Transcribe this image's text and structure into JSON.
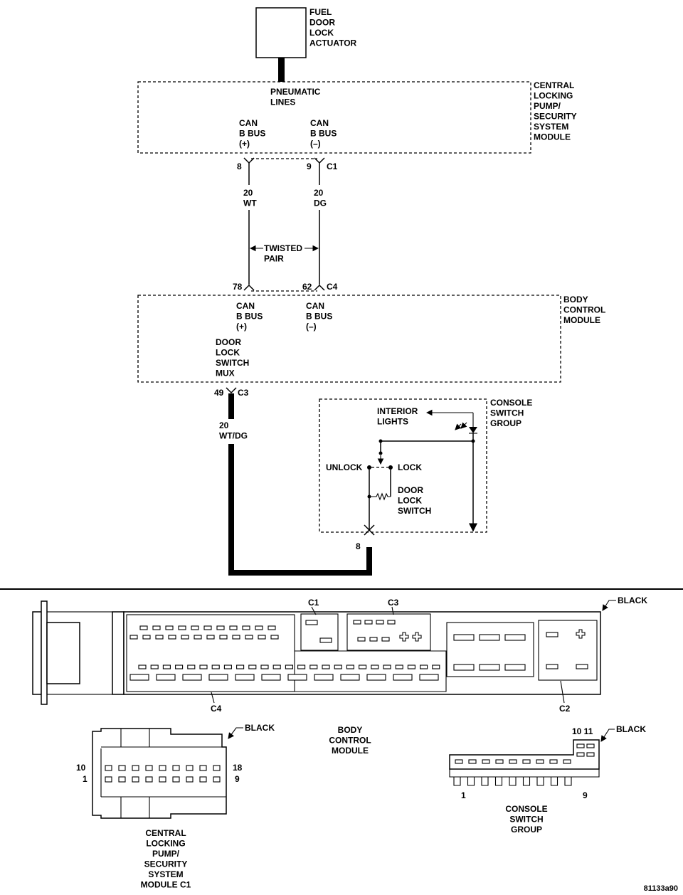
{
  "schematic": {
    "fuel_actuator": [
      "FUEL",
      "DOOR",
      "LOCK",
      "ACTUATOR"
    ],
    "pump_module": [
      "CENTRAL",
      "LOCKING",
      "PUMP/",
      "SECURITY",
      "SYSTEM",
      "MODULE"
    ],
    "pneumatic": [
      "PNEUMATIC",
      "LINES"
    ],
    "can_pos_top": [
      "CAN",
      "B BUS",
      "(+)"
    ],
    "can_neg_top": [
      "CAN",
      "B BUS",
      "(–)"
    ],
    "pin_8": "8",
    "pin_9": "9",
    "conn_c1": "C1",
    "wire_wt": [
      "20",
      "WT"
    ],
    "wire_dg": [
      "20",
      "DG"
    ],
    "twisted_pair": [
      "TWISTED",
      "PAIR"
    ],
    "pin_78": "78",
    "pin_62": "62",
    "conn_c4": "C4",
    "bcm": [
      "BODY",
      "CONTROL",
      "MODULE"
    ],
    "can_pos_bcm": [
      "CAN",
      "B BUS",
      "(+)"
    ],
    "can_neg_bcm": [
      "CAN",
      "B BUS",
      "(–)"
    ],
    "door_lock_mux": [
      "DOOR",
      "LOCK",
      "SWITCH",
      "MUX"
    ],
    "pin_49": "49",
    "conn_c3": "C3",
    "wire_wtdg": [
      "20",
      "WT/DG"
    ],
    "console_group": [
      "CONSOLE",
      "SWITCH",
      "GROUP"
    ],
    "interior_lights": [
      "INTERIOR",
      "LIGHTS"
    ],
    "unlock": "UNLOCK",
    "lock": "LOCK",
    "door_lock_switch": [
      "DOOR",
      "LOCK",
      "SWITCH"
    ],
    "pin_8_console": "8"
  },
  "connector_views": {
    "bcm_c1": "C1",
    "bcm_c3": "C3",
    "bcm_c4": "C4",
    "bcm_c2": "C2",
    "bcm_black": "BLACK",
    "bcm_label": [
      "BODY",
      "CONTROL",
      "MODULE"
    ],
    "pump_black": "BLACK",
    "pump_pin_10": "10",
    "pump_pin_1": "1",
    "pump_pin_18": "18",
    "pump_pin_9": "9",
    "pump_label": [
      "CENTRAL",
      "LOCKING",
      "PUMP/",
      "SECURITY",
      "SYSTEM",
      "MODULE C1"
    ],
    "console_black": "BLACK",
    "console_pins_top": "10 11",
    "console_pin_1": "1",
    "console_pin_9": "9",
    "console_label": [
      "CONSOLE",
      "SWITCH",
      "GROUP"
    ]
  },
  "figure_id": "81133a90"
}
